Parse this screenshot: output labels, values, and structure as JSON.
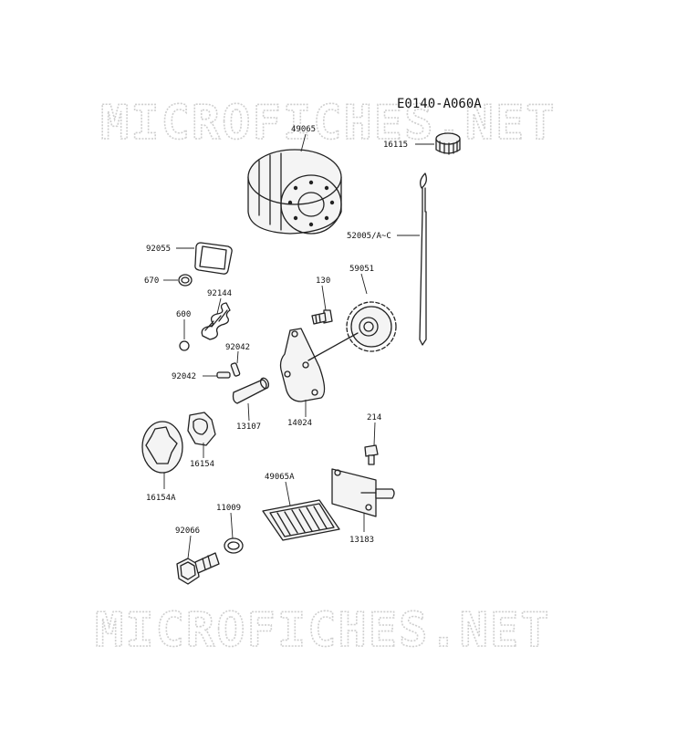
{
  "diagram_id": "E0140-A060A",
  "watermark": "MICROFICHES.NET",
  "parts": {
    "p16115": "16115",
    "p49065": "49065",
    "p52005": "52005/A~C",
    "p92055": "92055",
    "p670": "670",
    "p92144": "92144",
    "p600": "600",
    "p130": "130",
    "p59051": "59051",
    "p92042a": "92042",
    "p92042b": "92042",
    "p13107": "13107",
    "p14024": "14024",
    "p214": "214",
    "p16154": "16154",
    "p16154A": "16154A",
    "p49065A": "49065A",
    "p11009": "11009",
    "p92066": "92066",
    "p13183": "13183"
  }
}
